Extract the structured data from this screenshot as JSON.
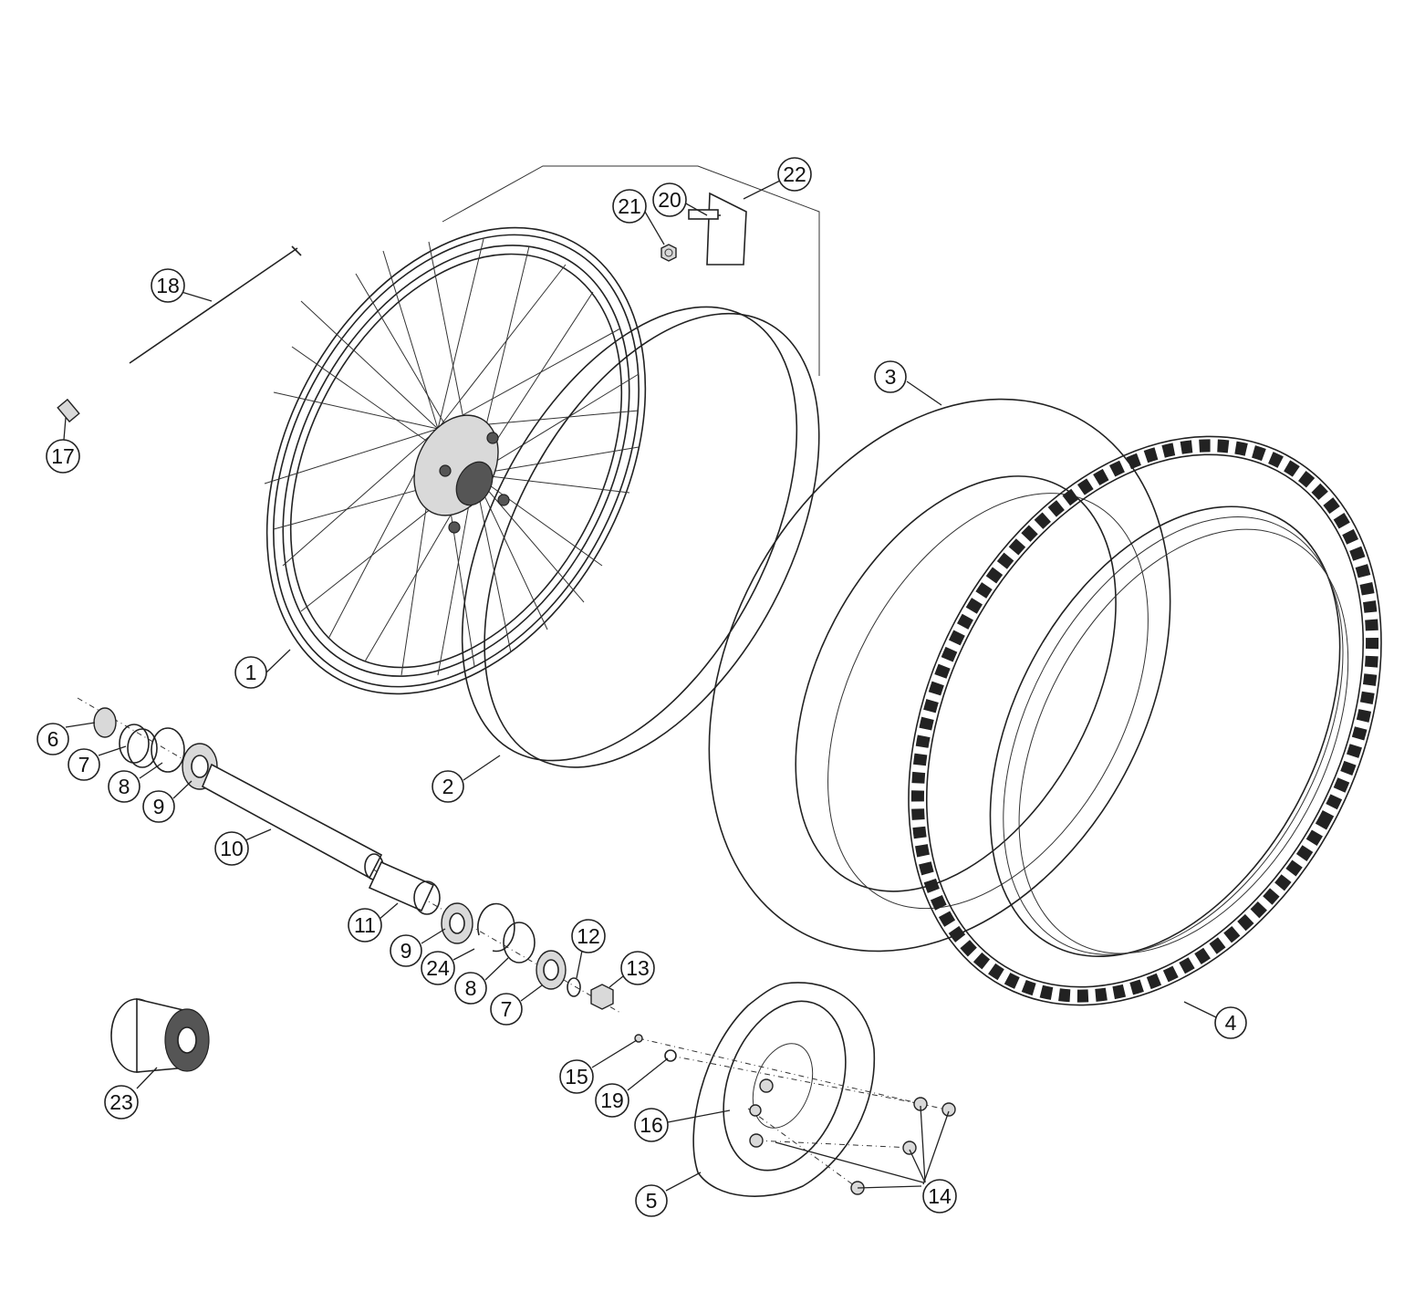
{
  "callouts": [
    {
      "id": "1",
      "label": "1"
    },
    {
      "id": "2",
      "label": "2"
    },
    {
      "id": "3",
      "label": "3"
    },
    {
      "id": "4",
      "label": "4"
    },
    {
      "id": "5",
      "label": "5"
    },
    {
      "id": "6",
      "label": "6"
    },
    {
      "id": "7a",
      "label": "7"
    },
    {
      "id": "7b",
      "label": "7"
    },
    {
      "id": "8a",
      "label": "8"
    },
    {
      "id": "8b",
      "label": "8"
    },
    {
      "id": "9a",
      "label": "9"
    },
    {
      "id": "9b",
      "label": "9"
    },
    {
      "id": "10",
      "label": "10"
    },
    {
      "id": "11",
      "label": "11"
    },
    {
      "id": "12",
      "label": "12"
    },
    {
      "id": "13",
      "label": "13"
    },
    {
      "id": "14",
      "label": "14"
    },
    {
      "id": "15",
      "label": "15"
    },
    {
      "id": "16",
      "label": "16"
    },
    {
      "id": "17",
      "label": "17"
    },
    {
      "id": "18",
      "label": "18"
    },
    {
      "id": "19",
      "label": "19"
    },
    {
      "id": "20",
      "label": "20"
    },
    {
      "id": "21",
      "label": "21"
    },
    {
      "id": "22",
      "label": "22"
    },
    {
      "id": "23",
      "label": "23"
    },
    {
      "id": "24",
      "label": "24"
    }
  ]
}
